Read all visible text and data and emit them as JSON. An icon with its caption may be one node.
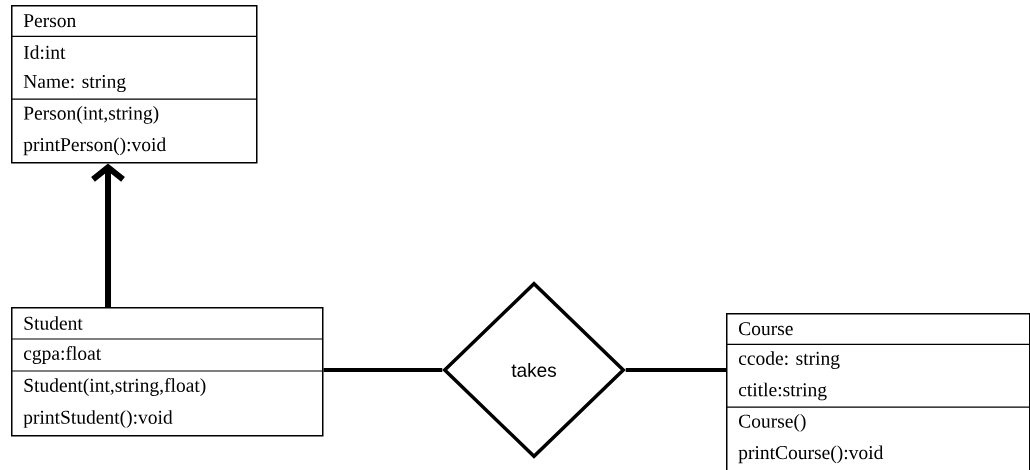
{
  "diagram": {
    "nodes": [
      {
        "text": [
          "Person",
          "Id:int",
          "Name: string",
          "Person(int,string)",
          "printPerson():void"
        ]
      },
      {
        "text": [
          "Student",
          "cgpa:float",
          "Student(int,string,float)",
          "printStudent():void"
        ]
      },
      {
        "text": [
          "takes"
        ]
      },
      {
        "text": [
          "Course",
          "ccode: string",
          "ctitle:string",
          "Course()",
          "printCourse():void"
        ]
      }
    ],
    "edges": [
      {
        "from": 1,
        "to": 0,
        "arrow": "to"
      },
      {
        "from": 1,
        "to": 2,
        "arrow": "none"
      },
      {
        "from": 2,
        "to": 3,
        "arrow": "none"
      }
    ]
  }
}
